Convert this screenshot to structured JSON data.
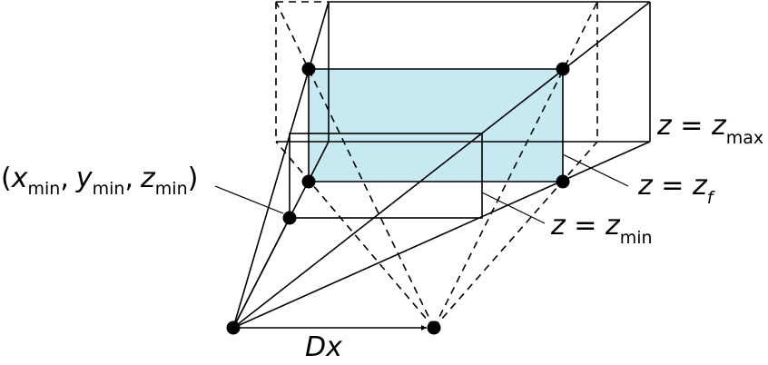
{
  "labels": {
    "corner_min": {
      "open": "(",
      "x": "x",
      "x_sub": "min",
      "sep1": ",",
      "y": "y",
      "y_sub": "min",
      "sep2": ",",
      "z": "z",
      "z_sub": "min",
      "close": ")"
    },
    "z_max": {
      "lhs": "z = z",
      "sub": "max"
    },
    "z_f": {
      "lhs": "z = z",
      "sub": "f"
    },
    "z_min": {
      "lhs": "z = z",
      "sub": "min"
    },
    "baseline": {
      "text": "Dx"
    }
  },
  "colors": {
    "line": "#000000",
    "focal_plane_fill": "#c6e9f2"
  }
}
